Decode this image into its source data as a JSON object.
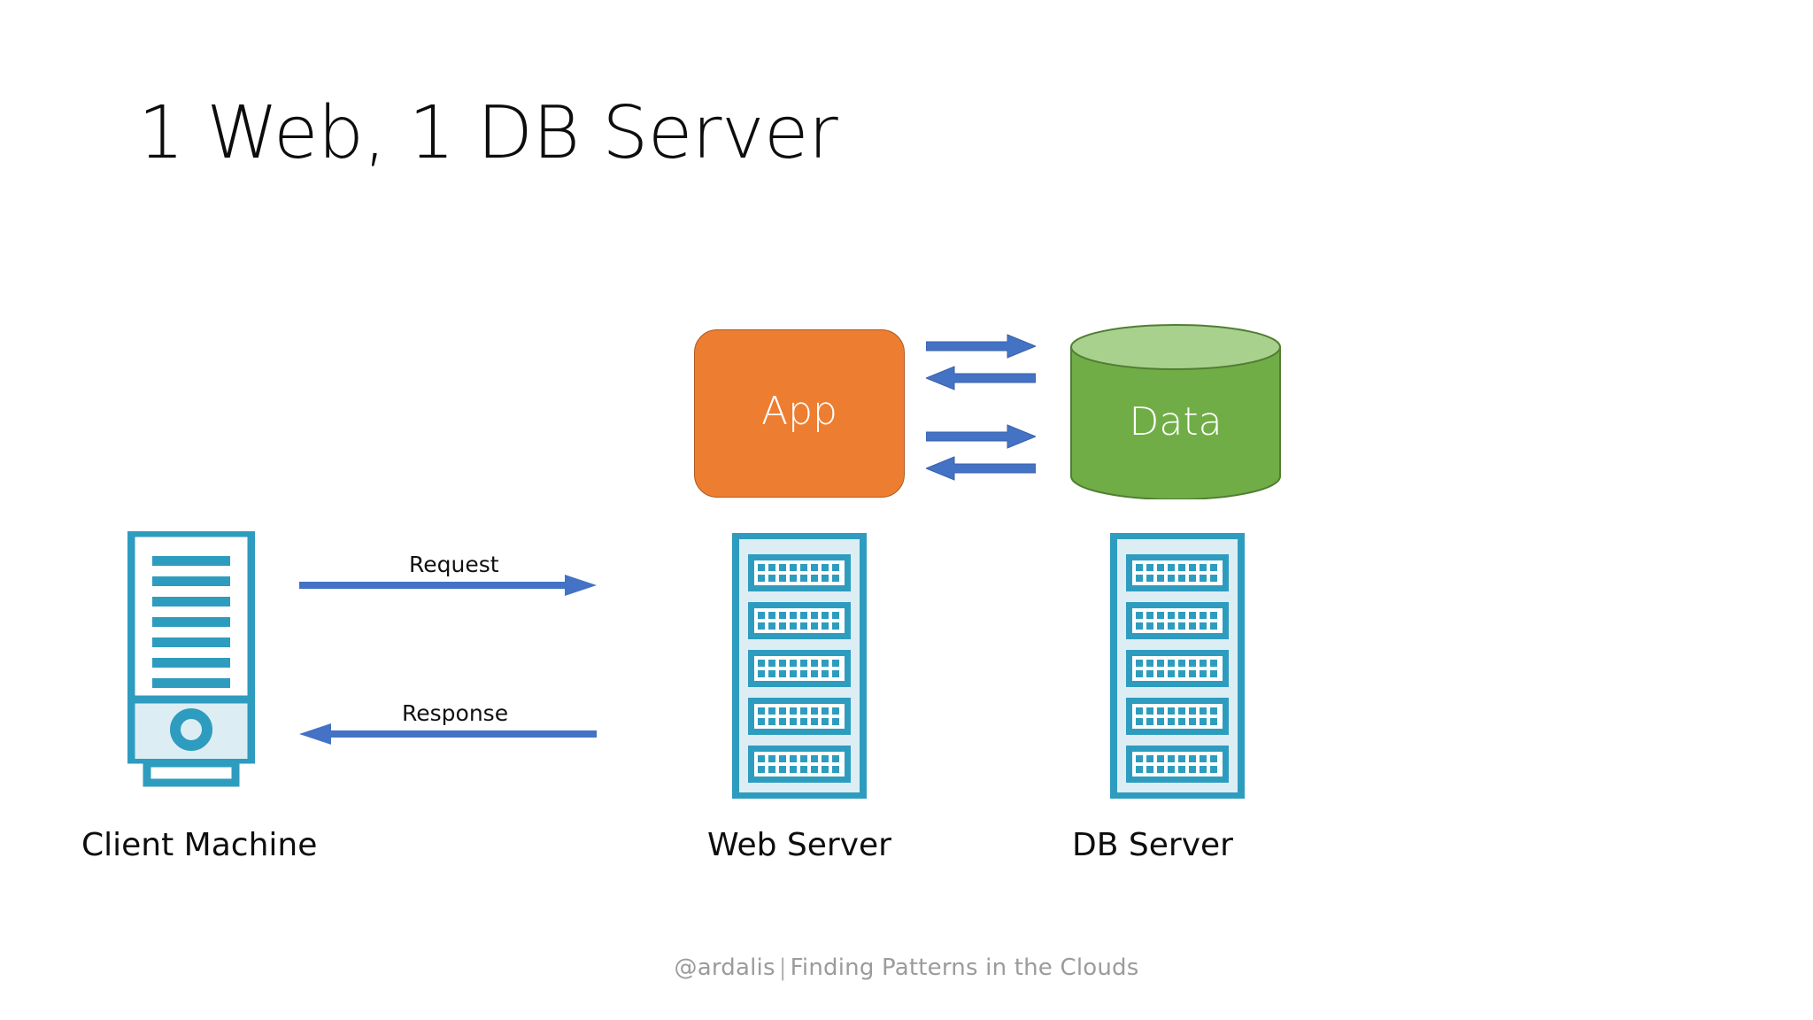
{
  "slide": {
    "title": "1 Web, 1 DB Server",
    "background": "#ffffff"
  },
  "colors": {
    "app_fill": "#ED7D31",
    "app_border": "#AE5A21",
    "data_fill": "#70AD47",
    "data_top_fill": "#A9D18E",
    "data_border": "#507E32",
    "arrow_blue": "#4472C4",
    "arrow_blue_dark": "#3A61A8",
    "server_teal": "#2E9CBF",
    "server_light": "#DCEEF4",
    "caption_text": "#0d0d0d",
    "footer_text": "#9b9b9b"
  },
  "shapes": {
    "app": {
      "label": "App",
      "name": "app-box"
    },
    "data": {
      "label": "Data",
      "name": "data-cylinder"
    }
  },
  "connectors": [
    {
      "name": "arrow-app-to-data-1",
      "direction": "right",
      "from": "App",
      "to": "Data",
      "label": ""
    },
    {
      "name": "arrow-data-to-app-1",
      "direction": "left",
      "from": "Data",
      "to": "App",
      "label": ""
    },
    {
      "name": "arrow-app-to-data-2",
      "direction": "right",
      "from": "App",
      "to": "Data",
      "label": ""
    },
    {
      "name": "arrow-data-to-app-2",
      "direction": "left",
      "from": "Data",
      "to": "App",
      "label": ""
    }
  ],
  "flows": {
    "request": {
      "label": "Request",
      "direction": "right",
      "from": "Client Machine",
      "to": "Web Server"
    },
    "response": {
      "label": "Response",
      "direction": "left",
      "from": "Web Server",
      "to": "Client Machine"
    }
  },
  "nodes": {
    "client": {
      "caption": "Client Machine",
      "icon": "desktop-tower-icon",
      "vent_bars": 7
    },
    "web": {
      "caption": "Web Server",
      "icon": "server-rack-icon",
      "bays": 5
    },
    "db": {
      "caption": "DB Server",
      "icon": "server-rack-icon",
      "bays": 5
    }
  },
  "footer": {
    "handle": "@ardalis",
    "separator": "|",
    "deck_title": "Finding Patterns in the Clouds"
  }
}
